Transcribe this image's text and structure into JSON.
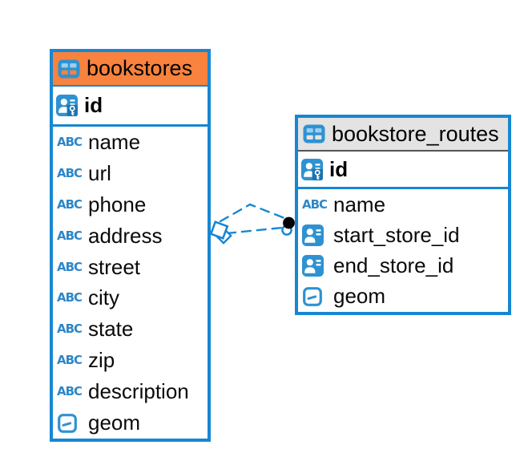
{
  "diagram": {
    "tables": [
      {
        "name": "bookstores",
        "header_color": "#F8823E",
        "columns": [
          {
            "name": "id",
            "type": "primary-key"
          },
          {
            "name": "name",
            "type": "text"
          },
          {
            "name": "url",
            "type": "text"
          },
          {
            "name": "phone",
            "type": "text"
          },
          {
            "name": "address",
            "type": "text"
          },
          {
            "name": "street",
            "type": "text"
          },
          {
            "name": "city",
            "type": "text"
          },
          {
            "name": "state",
            "type": "text"
          },
          {
            "name": "zip",
            "type": "text"
          },
          {
            "name": "description",
            "type": "text"
          },
          {
            "name": "geom",
            "type": "geometry"
          }
        ]
      },
      {
        "name": "bookstore_routes",
        "header_color": "#E3E3E3",
        "columns": [
          {
            "name": "id",
            "type": "primary-key"
          },
          {
            "name": "name",
            "type": "text"
          },
          {
            "name": "start_store_id",
            "type": "foreign-key"
          },
          {
            "name": "end_store_id",
            "type": "foreign-key"
          },
          {
            "name": "geom",
            "type": "geometry"
          }
        ]
      }
    ],
    "relationships": [
      {
        "style": "dashed",
        "left_marker": "diamond",
        "right_marker": "black-dot"
      },
      {
        "style": "dashed",
        "left_marker": "diamond",
        "right_marker": "circle-outline"
      }
    ],
    "icons": {
      "text_type_label": "ABC"
    },
    "colors": {
      "table_border": "#1787D2",
      "connector": "#1787D2",
      "icon_blue": "#2E92D2",
      "abc_blue": "#2E87C8",
      "bookstores_header": "#F8823E",
      "routes_header": "#E3E3E3"
    }
  }
}
